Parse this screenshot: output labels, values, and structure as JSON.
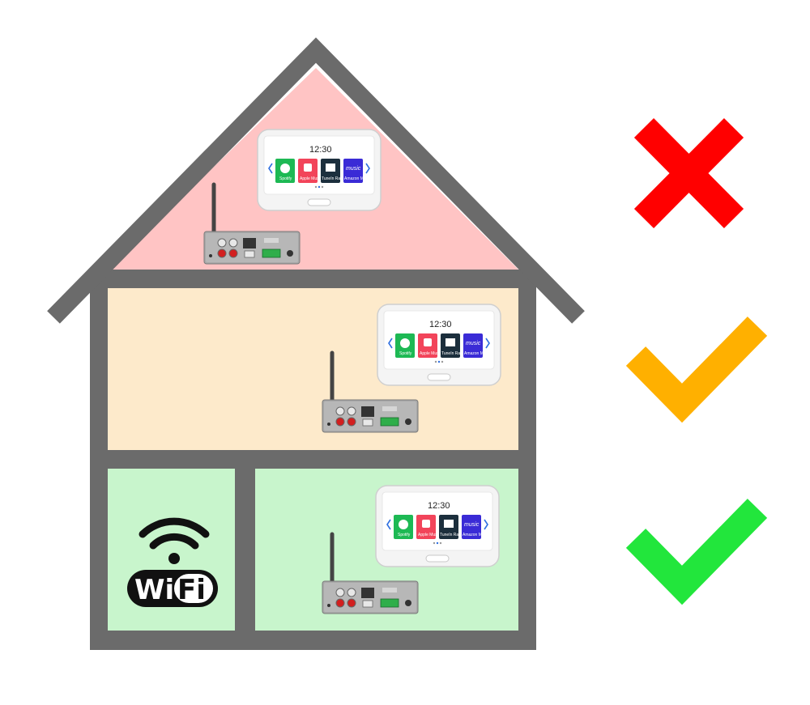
{
  "colors": {
    "house_frame": "#6b6b6b",
    "attic_fill": "#ffc4c4",
    "middle_fill": "#fdeacb",
    "ground_fill": "#c8f5cc",
    "cross_red": "#ff0000",
    "check_orange": "#ffb000",
    "check_green": "#22e63c"
  },
  "wifi": {
    "left": "Wi",
    "right": "Fi"
  },
  "device": {
    "time": "12:30",
    "tiles": [
      {
        "label": "Spotify",
        "color": "#1db954"
      },
      {
        "label": "Apple Music",
        "color": "#f2445a"
      },
      {
        "label": "TuneIn Radio",
        "color": "#1c2f3d"
      },
      {
        "label": "Amazon Music",
        "color": "#3a2bd6"
      }
    ],
    "amazon_word": "music"
  },
  "floors": [
    {
      "name": "attic",
      "status": "cross",
      "status_icon": "cross-icon"
    },
    {
      "name": "middle",
      "status": "check",
      "status_icon": "check-icon"
    },
    {
      "name": "ground",
      "status": "check",
      "status_icon": "check-icon"
    }
  ]
}
